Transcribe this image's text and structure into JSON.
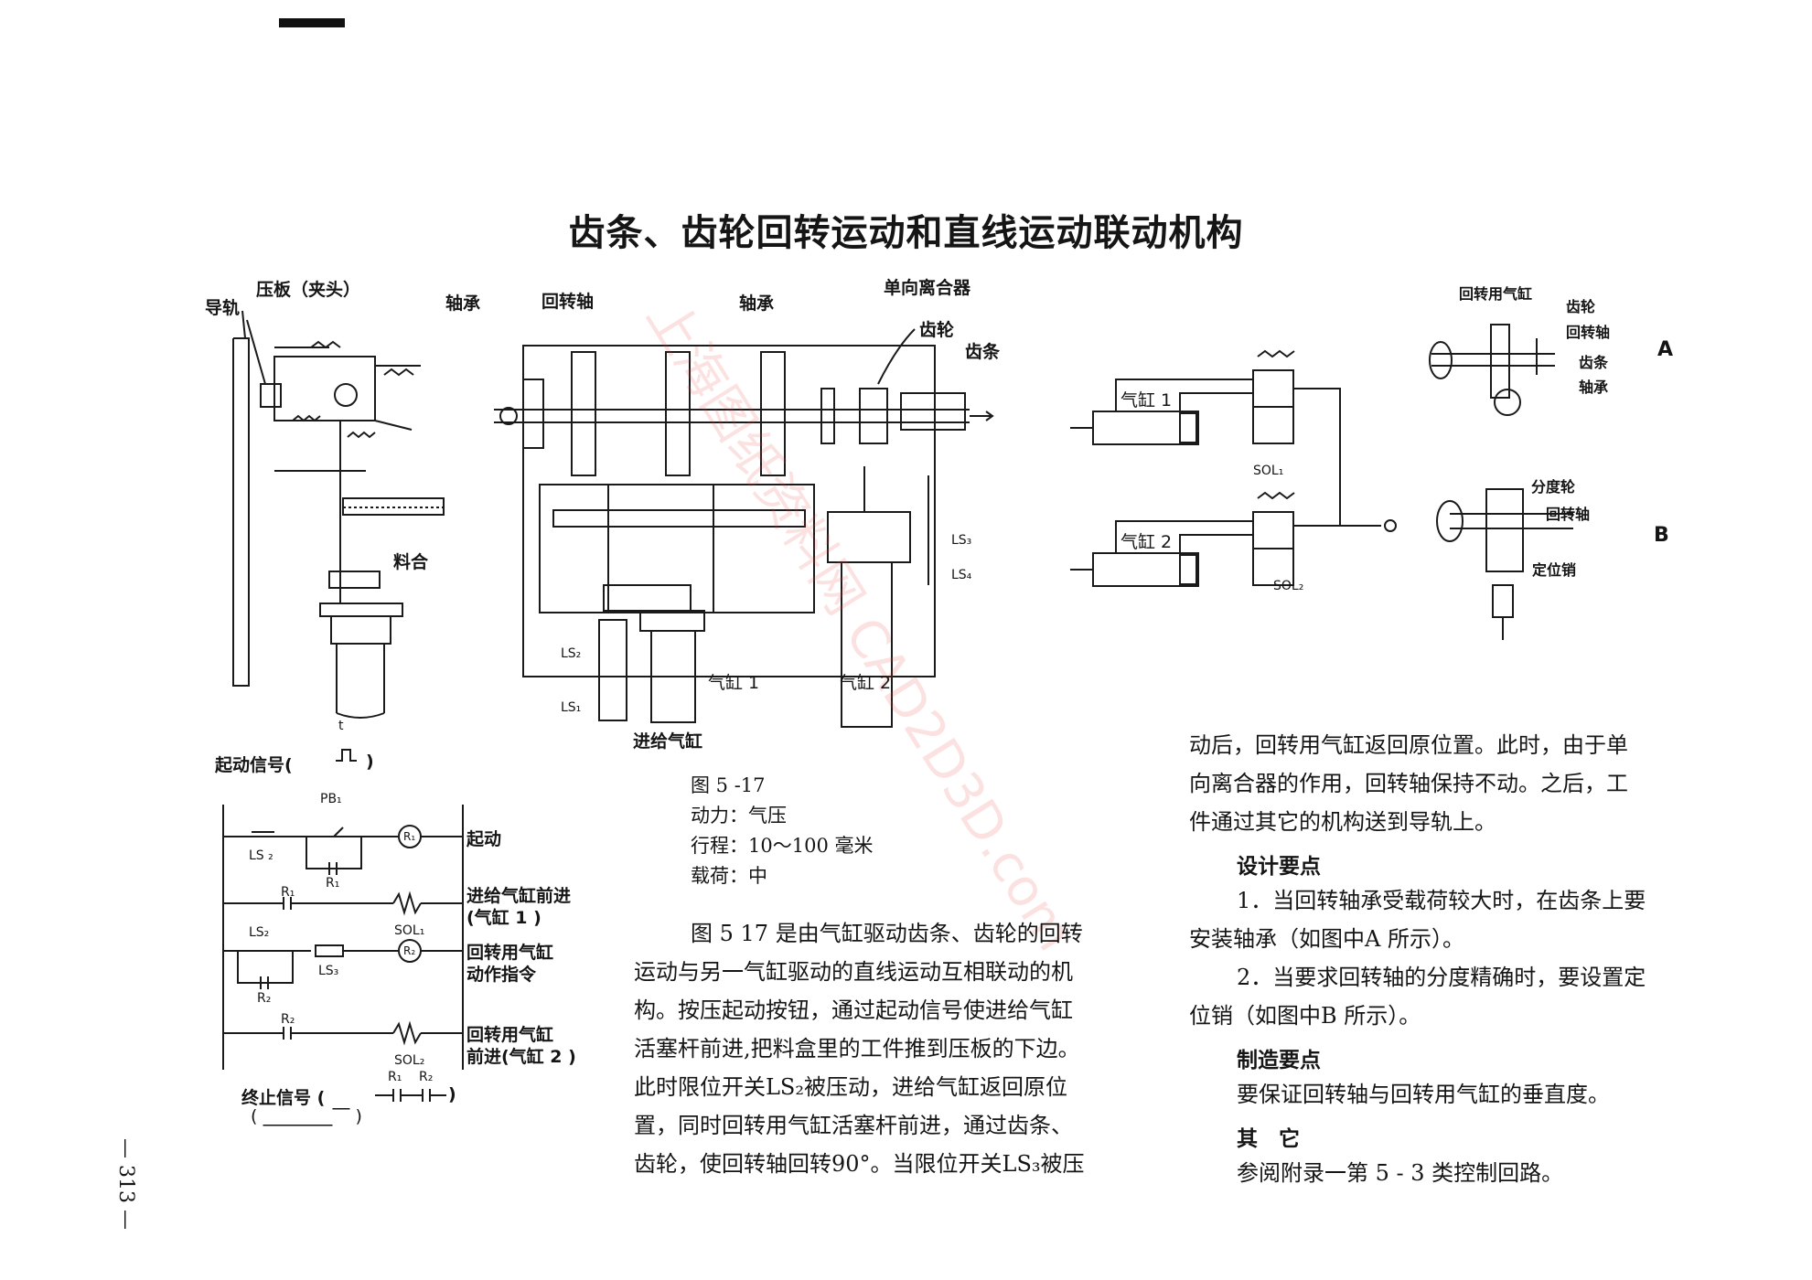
{
  "title": "齿条、齿轮回转运动和直线运动联动机构",
  "diagram_left": {
    "guide_rail": "导轨",
    "press_plate": "压板（夹头）",
    "hopper": "料合"
  },
  "diagram_main": {
    "bearing_left": "轴承",
    "rotary_shaft": "回转轴",
    "bearing_right": "轴承",
    "one_way_clutch": "单向离合器",
    "gear": "齿轮",
    "rack": "齿条",
    "ls3": "LS₃",
    "ls4": "LS₄",
    "ls2": "LS₂",
    "ls1": "LS₁",
    "cyl1": "气缸 1",
    "cyl2": "气缸 2",
    "feed_cylinder": "进给气缸"
  },
  "pneumatic": {
    "cyl1": "气缸 1",
    "cyl2": "气缸 2",
    "sol1": "SOL₁",
    "sol2": "SOL₂"
  },
  "detail_a": {
    "cylinder": "回转用气缸",
    "gear": "齿轮",
    "shaft": "回转轴",
    "rack": "齿条",
    "bearing": "轴承",
    "letter": "A"
  },
  "detail_b": {
    "index_wheel": "分度轮",
    "shaft": "回转轴",
    "pin": "定位销",
    "letter": "B"
  },
  "ladder": {
    "start_signal": "起动信号(",
    "start_signal_close": ")",
    "t": "t",
    "pb1": "PB₁",
    "ls2": "LS ₂",
    "r1": "R₁",
    "r1b": "R₁",
    "ls2b": "LS₂",
    "ls3": "LS₃",
    "r2": "R₂",
    "r2b": "R₂",
    "sol1": "SOL₁",
    "sol2": "SOL₂",
    "coil_r1": "R₁",
    "coil_r2": "R₂",
    "out1": "起动",
    "out2a": "进给气缸前进",
    "out2b": "(气缸 1 )",
    "out3a": "回转用气缸",
    "out3b": "动作指令",
    "out4a": "回转用气缸",
    "out4b": "前进(气缸 2 )",
    "end_signal": "终止信号 (",
    "end_signal_close": ")",
    "end_r1": "R₁",
    "end_r2": "R₂",
    "end_wave": "( ⎽⎽⎽⎽⎺ )"
  },
  "specs": {
    "figure": "图 5 -17",
    "power": "动力：气压",
    "stroke": "行程：10～100 毫米",
    "load": "载荷：中"
  },
  "body_left": [
    "图 5 17 是由气缸驱动齿条、齿轮的回转",
    "运动与另一气缸驱动的直线运动互相联动的机",
    "构。按压起动按钮，通过起动信号使进给气缸",
    "活塞杆前进,把料盒里的工件推到压板的下边。",
    "此时限位开关LS₂被压动，进给气缸返回原位",
    "置，同时回转用气缸活塞杆前进，通过齿条、",
    "齿轮，使回转轴回转90°。当限位开关LS₃被压"
  ],
  "body_right": [
    "动后，回转用气缸返回原位置。此时，由于单",
    "向离合器的作用，回转轴保持不动。之后，工",
    "件通过其它的机构送到导轨上。"
  ],
  "design_heading": "设计要点",
  "design_points": [
    "1．当回转轴承受载荷较大时，在齿条上要",
    "安装轴承（如图中A 所示）。",
    "2．当要求回转轴的分度精确时，要设置定",
    "位销（如图中B 所示）。"
  ],
  "mfg_heading": "制造要点",
  "mfg_text": "要保证回转轴与回转用气缸的垂直度。",
  "other_heading": "其　它",
  "other_text": "参阅附录一第 5 - 3 类控制回路。",
  "page_number": "— 313 —",
  "watermark": "上海图纸资料网 CAD2D3D.com"
}
